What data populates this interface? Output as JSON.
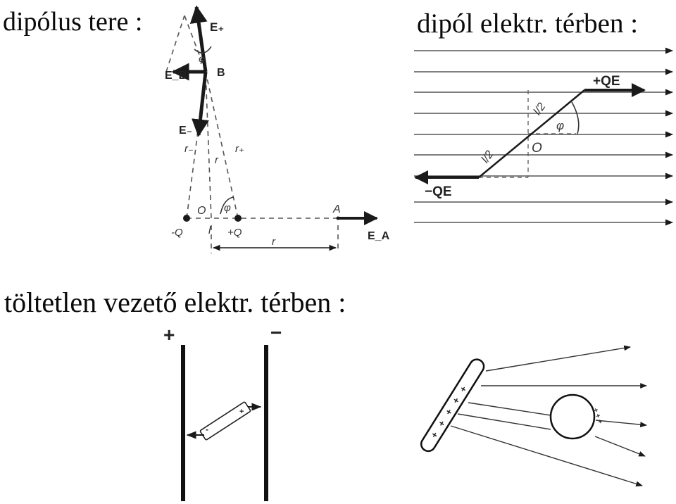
{
  "headings": {
    "dipole_field": "dipólus tere :",
    "dipole_in_field": "dipól elektr. térben :",
    "neutral_conductor": "töltetlen vezető elektr. térben :"
  },
  "figure_dipole_field": {
    "label_e_plus": "E₊",
    "label_e_b": "E_B",
    "label_b": "B",
    "label_e_minus": "E₋",
    "label_r_minus": "r₋",
    "label_r": "r",
    "label_r_plus": "r₊",
    "label_o": "O",
    "label_phi_top": "φ",
    "label_phi_bottom": "φ",
    "label_minus_q": "-Q",
    "label_l": "l",
    "label_plus_q": "+Q",
    "label_a": "A",
    "label_e_a": "E_A",
    "label_r_distance": "r"
  },
  "figure_dipole_in_field": {
    "label_plus_qe": "+QE",
    "label_minus_qe": "−QE",
    "label_half_top": "l/2",
    "label_half_bottom": "l/2",
    "label_o": "O",
    "label_phi": "φ"
  },
  "figure_plates": {
    "label_plus": "+",
    "label_minus": "−",
    "label_rod_plus": "+",
    "label_rod_minus": "-"
  },
  "figure_rod_sphere": {
    "rod_charges": "+ + + + +",
    "sphere_minus_marks": "- - -",
    "sphere_plus_marks": "+ + +"
  },
  "colors": {
    "line": "#1a1a1a",
    "dashed": "#555555"
  }
}
